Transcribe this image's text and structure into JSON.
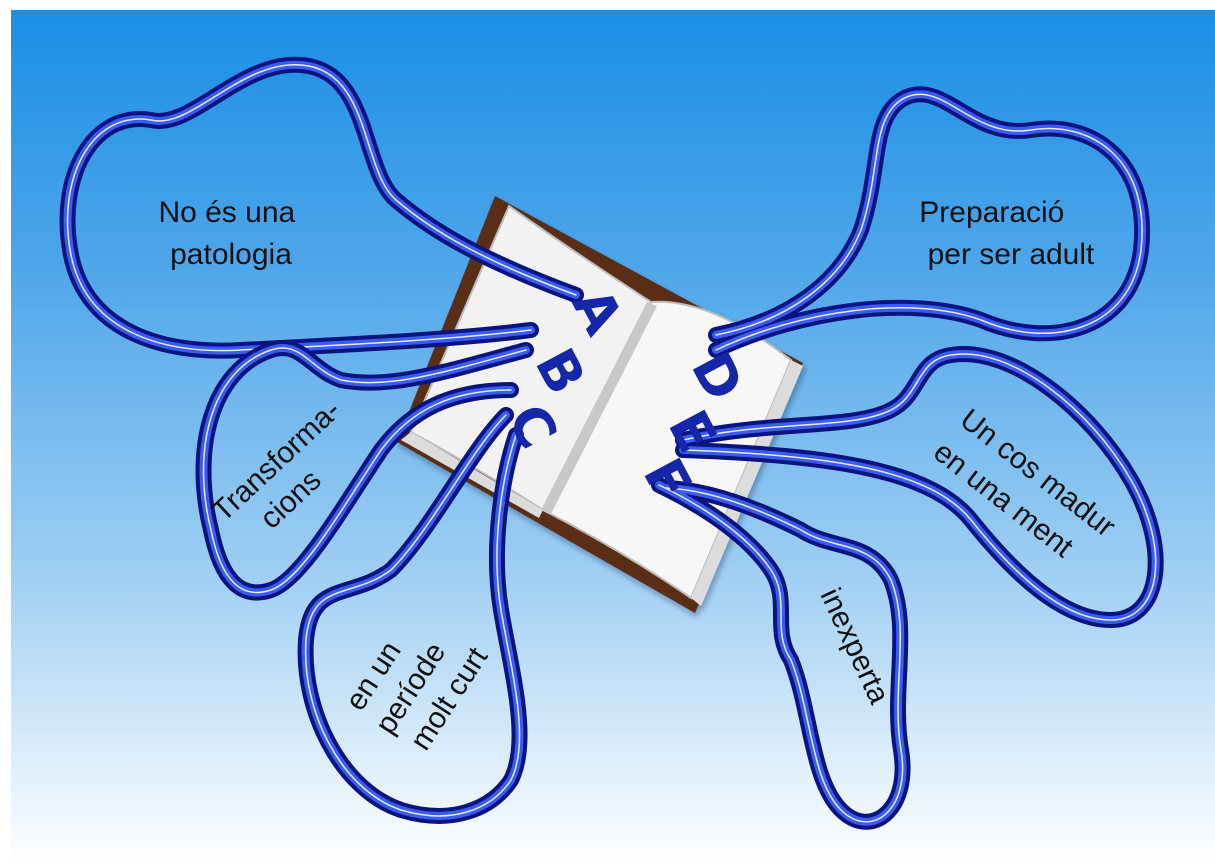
{
  "book": {
    "letters": [
      "A",
      "B",
      "C",
      "D",
      "E",
      "F"
    ]
  },
  "bubbles": [
    {
      "id": "A",
      "lines": [
        "No és una",
        "patologia"
      ]
    },
    {
      "id": "B",
      "lines": [
        "Transforma-",
        "cions"
      ]
    },
    {
      "id": "C",
      "lines": [
        "en un",
        "període",
        "molt curt"
      ]
    },
    {
      "id": "D",
      "lines": [
        "Preparació",
        "per ser adult"
      ]
    },
    {
      "id": "E",
      "lines": [
        "Un cos madur",
        "en una ment"
      ]
    },
    {
      "id": "F",
      "lines": [
        "inexperta"
      ]
    }
  ],
  "colors": {
    "background_top": "#1a8ee6",
    "background_bottom": "#ffffff",
    "outline": "#1a2dc8",
    "outline_dark": "#0a1480",
    "letters": "#1526a8",
    "page": "#f4f4f4",
    "cover": "#5a2e14"
  }
}
